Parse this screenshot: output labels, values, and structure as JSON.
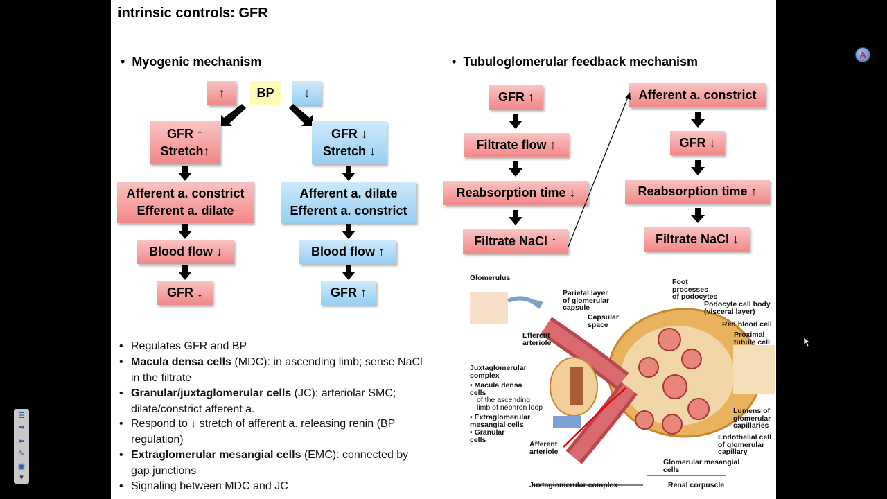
{
  "slide": {
    "title": "intrinsic controls: GFR",
    "myogenic": {
      "heading": "Myogenic mechanism",
      "bp": {
        "up": "↑",
        "label": "BP",
        "down": "↓"
      },
      "left": [
        "GFR ↑\nStretch↑",
        "Afferent a. constrict\nEfferent a. dilate",
        "Blood flow ↓",
        "GFR ↓"
      ],
      "right": [
        "GFR ↓\nStretch ↓",
        "Afferent a. dilate\nEfferent a. constrict",
        "Blood flow ↑",
        "GFR ↑"
      ]
    },
    "tubulo": {
      "heading": "Tubuloglomerular feedback mechanism",
      "left": [
        "GFR ↑",
        "Filtrate flow ↑",
        "Reabsorption time ↓",
        "Filtrate NaCl ↑"
      ],
      "right": [
        "Afferent a. constrict",
        "GFR ↓",
        "Reabsorption time ↑",
        "Filtrate NaCl ↓"
      ]
    },
    "bullets": [
      {
        "bold": "",
        "text": "Regulates GFR and BP"
      },
      {
        "bold": "Macula densa cells",
        "text": " (MDC): in ascending limb; sense NaCl in the filtrate"
      },
      {
        "bold": "Granular/juxtaglomerular cells",
        "text": " (JC): arteriolar SMC; dilate/constrict afferent a."
      },
      {
        "bold": "",
        "text": "Respond to ↓ stretch of afferent a. releasing renin (BP regulation)"
      },
      {
        "bold": "Extraglomerular mesangial cells",
        "text": " (EMC): connected by gap junctions"
      },
      {
        "bold": "",
        "text": "Signaling between MDC and JC"
      }
    ],
    "diagram": {
      "labels": {
        "glomerulus": "Glomerulus",
        "parietal": "Parietal layer\nof glomerular\ncapsule",
        "capsular": "Capsular\nspace",
        "foot": "Foot\nprocesses\nof podocytes",
        "podocyte": "Podocyte cell body\n(visceral layer)",
        "rbc": "Red blood cell",
        "proximal": "Proximal\ntubule cell",
        "efferent": "Efferent\narteriole",
        "jg_complex": "Juxtaglomerular\ncomplex",
        "macula": "• Macula densa\n  cells",
        "macula_sub": "of the ascending\nlimb of nephron loop",
        "extraglom": "• Extraglomerular\n  mesangial cells",
        "granular": "• Granular\n  cells",
        "lumens": "Lumens of\nglomerular\ncapillaries",
        "endothelial": "Endothelial cell\nof glomerular\ncapillary",
        "afferent": "Afferent\narteriole",
        "mesangial": "Glomerular mesangial\ncells",
        "jg_bottom": "Juxtaglomerular complex",
        "renal": "Renal corpuscle"
      }
    }
  },
  "viewer": {
    "toolbar_icons": [
      "menu-icon",
      "next-arrow-icon",
      "prev-arrow-icon",
      "pen-icon",
      "monitor-icon",
      "dropdown-icon"
    ],
    "logo_letter": "A"
  },
  "colors": {
    "red_box": "#f28787",
    "blue_box": "#96cff4",
    "yellow_box": "#fdfcb8",
    "background": "#000000"
  }
}
